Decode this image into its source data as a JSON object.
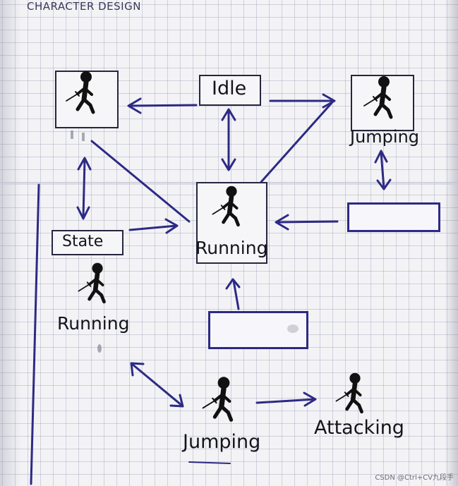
{
  "title": "CHARACTER DESIGN",
  "nodes": {
    "idle": "Idle",
    "jumping_top": "Jumping",
    "running_center": "Running",
    "state": "State",
    "running_left": "Running",
    "jumping_bottom": "Jumping",
    "attacking": "Attacking"
  },
  "watermark": "CSDN @Ctrl+CV九段手",
  "colors": {
    "ink": "#14141c",
    "arrow": "#2d2a84",
    "paper": "#f3f3f6",
    "grid": "#9a9ab0"
  },
  "icons": [
    "stick-figure-with-sword-icon"
  ]
}
